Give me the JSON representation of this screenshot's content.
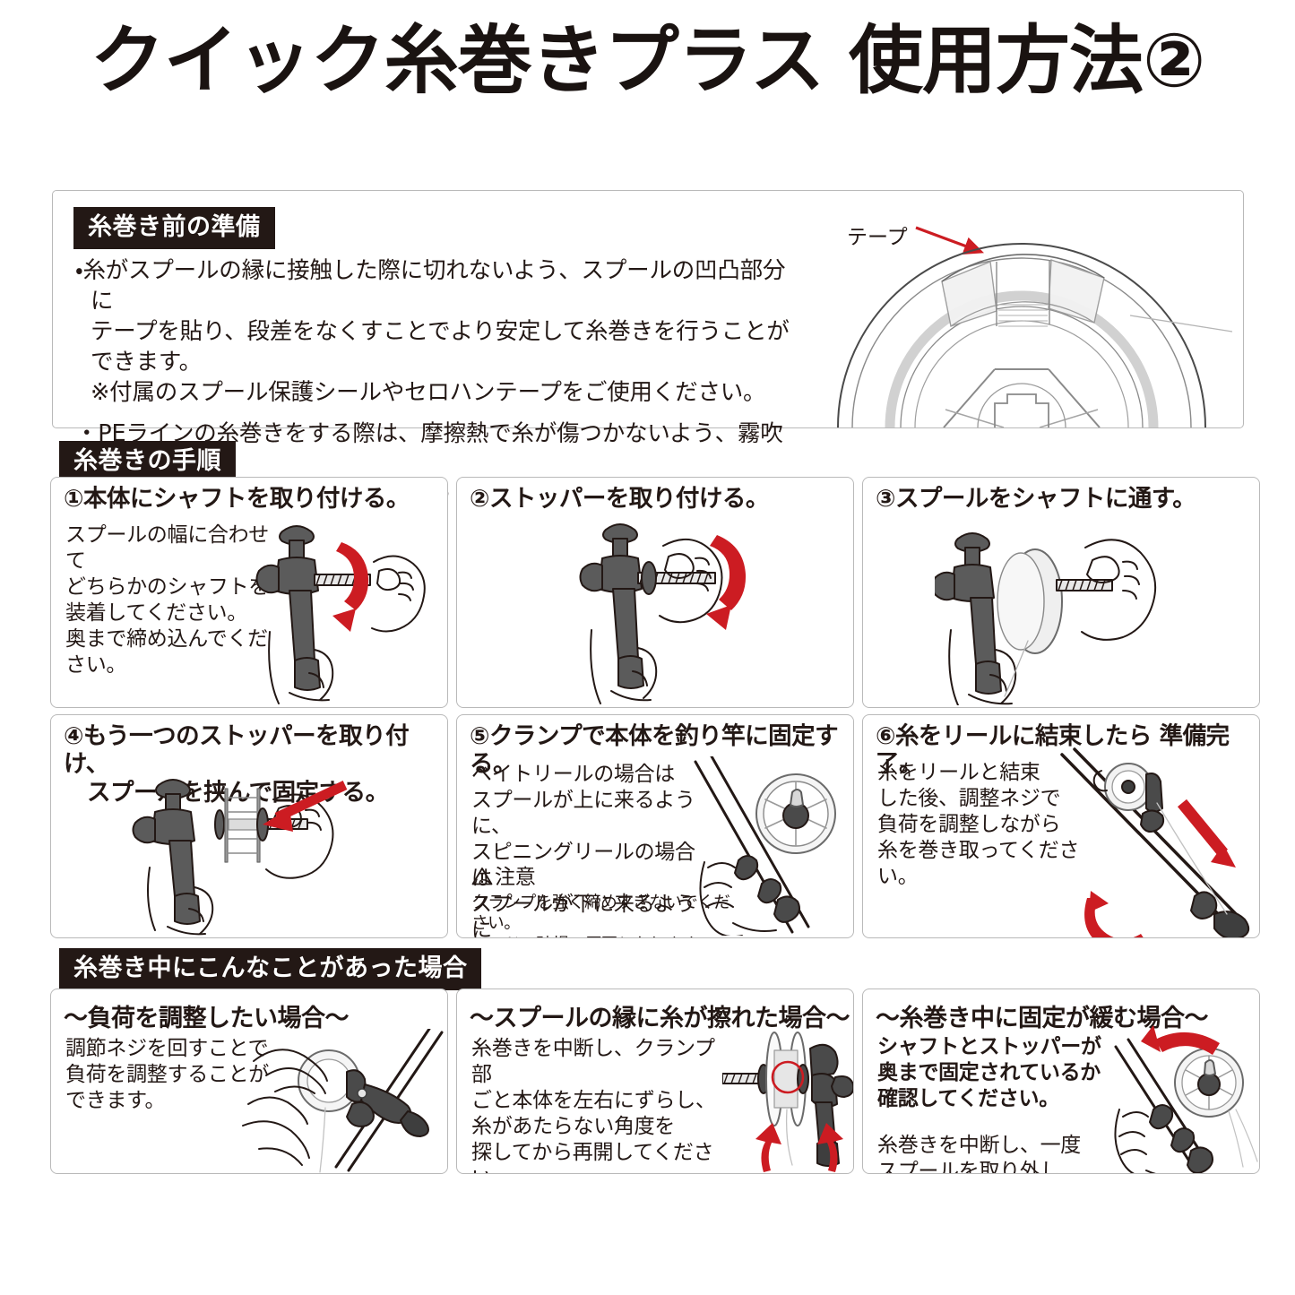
{
  "title": "クイック糸巻きプラス 使用方法②",
  "accent_red": "#cc1c22",
  "badge_color": "#231815",
  "border_color": "#b9b9b9",
  "prep": {
    "heading": "糸巻き前の準備",
    "paragraphs": [
      "・糸がスプールの縁に接触した際に切れないよう、スプールの凹凸部分に\n テープを貼り、段差をなくすことでより安定して糸巻きを行うことができます。\n※付属のスプール保護シールやセロハンテープをご使用ください。",
      "・PEラインの糸巻きをする際は、摩擦熱で糸が傷つかないよう、霧吹きなどで\n 糸をよく濡らしてから糸巻きを行うことをお薦めします。"
    ],
    "tape_label": "テープ"
  },
  "steps_heading": "糸巻きの手順",
  "steps": [
    {
      "number": "①",
      "title": "本体にシャフトを取り付ける。",
      "body": "スプールの幅に合わせて\nどちらかのシャフトを\n装着してください。\n奥まで締め込んでください。"
    },
    {
      "number": "②",
      "title": "ストッパーを取り付ける。",
      "body": ""
    },
    {
      "number": "③",
      "title": "スプールをシャフトに通す。",
      "body": ""
    },
    {
      "number": "④",
      "title": "もう一つのストッパーを取り付け、\n　スプールを挟んで固定する。",
      "body": ""
    },
    {
      "number": "⑤",
      "title": "クランプで本体を釣り竿に固定する。",
      "body": "ベイトリールの場合は\nスプールが上に来るように、\nスピニングリールの場合は\nスプールが下に来るように\nセットしてください。",
      "caution_head": "注意",
      "caution_body": "クランプを強く締めすぎないでください。\nロッドの破損の原因となります。"
    },
    {
      "number": "⑥",
      "title": "糸をリールに結束したら 準備完了。",
      "body": "糸をリールと結束\nした後、調整ネジで\n負荷を調整しながら\n糸を巻き取ってください。"
    }
  ],
  "trouble_heading": "糸巻き中にこんなことがあった場合",
  "trouble": [
    {
      "title": "〜負荷を調整したい場合〜",
      "body": "調節ネジを回すことで\n負荷を調整することが\nできます。"
    },
    {
      "title": "〜スプールの縁に糸が擦れた場合〜",
      "body": "糸巻きを中断し、クランプ部\nごと本体を左右にずらし、\n糸があたらない角度を\n探してから再開してください。"
    },
    {
      "title": "〜糸巻き中に固定が緩む場合〜",
      "body_bold": "シャフトとストッパーが\n奥まで固定されているか\n確認してください。",
      "body": "糸巻きを中断し、一度\nスプールを取り外し、\nスプールの裏表を反対に\nしてから取り付けてください。"
    }
  ]
}
